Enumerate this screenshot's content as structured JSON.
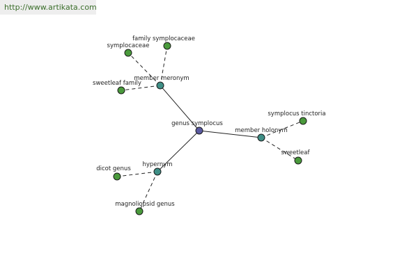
{
  "watermark": "http://www.artikata.com",
  "colors": {
    "center": "#5a5aa0",
    "relation": "#3f8f86",
    "leaf": "#4a9a3c",
    "edge": "#222222"
  },
  "nodes": [
    {
      "id": "center",
      "label": "genus symplocus",
      "kind": "center"
    },
    {
      "id": "meronym",
      "label": "member meronym",
      "kind": "relation"
    },
    {
      "id": "holonym",
      "label": "member holonym",
      "kind": "relation"
    },
    {
      "id": "hypernym",
      "label": "hypernym",
      "kind": "relation"
    },
    {
      "id": "symplocaceae",
      "label": "symplocaceae",
      "kind": "leaf"
    },
    {
      "id": "family-symplocaceae",
      "label": "family symplocaceae",
      "kind": "leaf"
    },
    {
      "id": "sweetleaf-family",
      "label": "sweetleaf family",
      "kind": "leaf"
    },
    {
      "id": "symplocus-tinctoria",
      "label": "symplocus tinctoria",
      "kind": "leaf"
    },
    {
      "id": "sweetleaf",
      "label": "sweetleaf",
      "kind": "leaf"
    },
    {
      "id": "dicot-genus",
      "label": "dicot genus",
      "kind": "leaf"
    },
    {
      "id": "magnoliopsid-genus",
      "label": "magnoliopsid genus",
      "kind": "leaf"
    }
  ],
  "edges": [
    {
      "from": "center",
      "to": "meronym",
      "style": "solid"
    },
    {
      "from": "center",
      "to": "holonym",
      "style": "solid"
    },
    {
      "from": "center",
      "to": "hypernym",
      "style": "solid"
    },
    {
      "from": "meronym",
      "to": "symplocaceae",
      "style": "dashed"
    },
    {
      "from": "meronym",
      "to": "family-symplocaceae",
      "style": "dashed"
    },
    {
      "from": "meronym",
      "to": "sweetleaf-family",
      "style": "dashed"
    },
    {
      "from": "holonym",
      "to": "symplocus-tinctoria",
      "style": "dashed"
    },
    {
      "from": "holonym",
      "to": "sweetleaf",
      "style": "dashed"
    },
    {
      "from": "hypernym",
      "to": "dicot-genus",
      "style": "dashed"
    },
    {
      "from": "hypernym",
      "to": "magnoliopsid-genus",
      "style": "dashed"
    }
  ]
}
